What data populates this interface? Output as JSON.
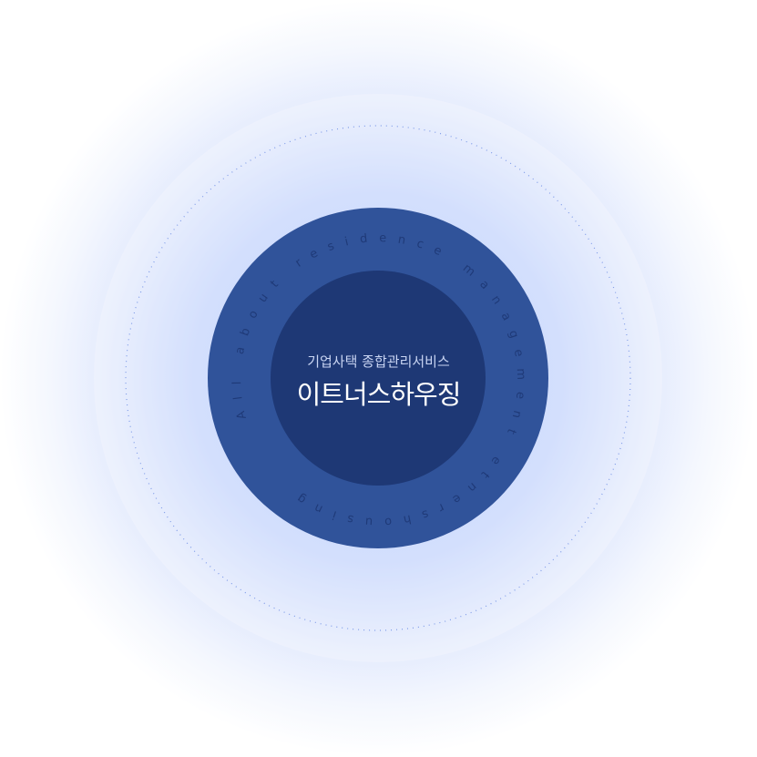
{
  "subtitle": "기업사택 종합관리서비스",
  "title": "이트너스하우징",
  "ring_text": "All about residence management etnershousing",
  "colors": {
    "outer_ring": "#30539a",
    "inner_circle": "#1e3875",
    "ring_text": "#1f3a78",
    "dots": "#7f9be8"
  }
}
